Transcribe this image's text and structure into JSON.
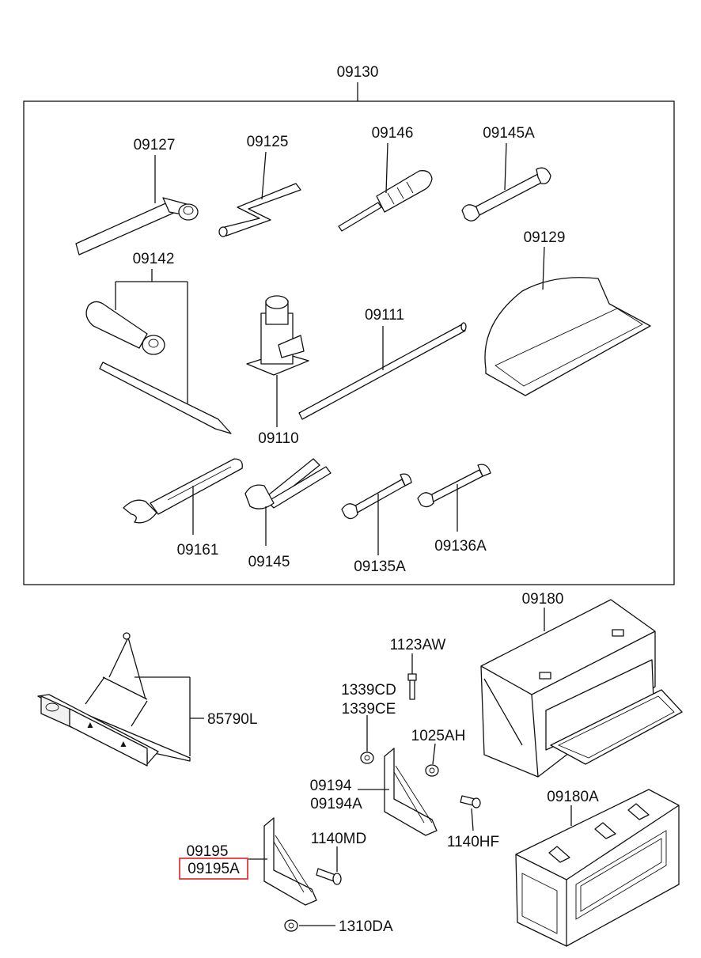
{
  "kit_label": "09130",
  "parts": {
    "p09127": "09127",
    "p09125": "09125",
    "p09146": "09146",
    "p09145A": "09145A",
    "p09142": "09142",
    "p09129": "09129",
    "p09111": "09111",
    "p09110": "09110",
    "p09161": "09161",
    "p09145": "09145",
    "p09135A": "09135A",
    "p09136A": "09136A",
    "p09180": "09180",
    "p1123AW": "1123AW",
    "p1339CD": "1339CD",
    "p1339CE": "1339CE",
    "p1025AH": "1025AH",
    "p85790L": "85790L",
    "p09194": "09194",
    "p09194A": "09194A",
    "p1140HF": "1140HF",
    "p09180A": "09180A",
    "p09195": "09195",
    "p09195A": "09195A",
    "p1140MD": "1140MD",
    "p1310DA": "1310DA"
  },
  "highlight": {
    "part": "09195A",
    "color": "#e02020"
  }
}
